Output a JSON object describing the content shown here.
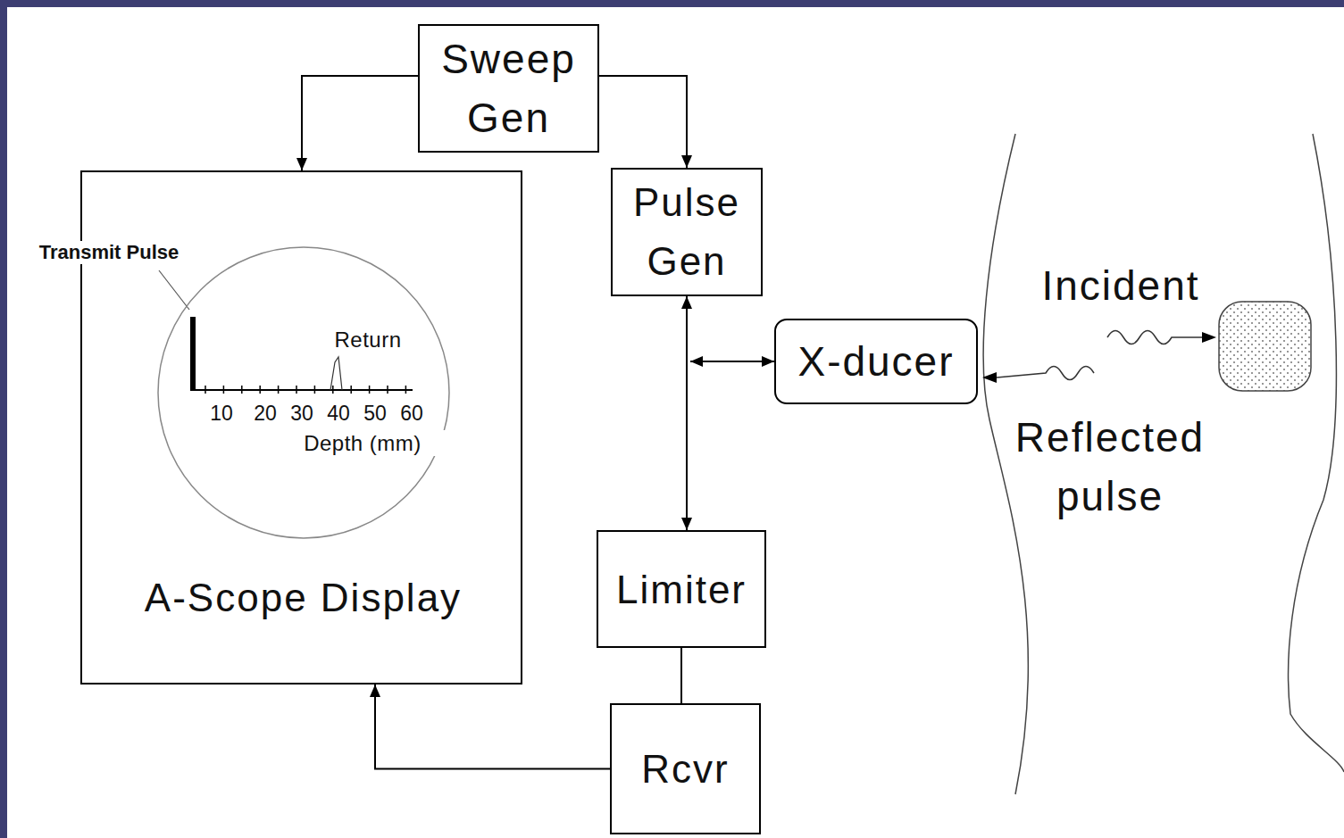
{
  "diagram": {
    "nodes": [
      {
        "text": [
          "Sweep Gen"
        ]
      },
      {
        "text": [
          "A-Scope Display"
        ]
      },
      {
        "text": [
          "Return",
          "Depth (mm)"
        ],
        "in": 1
      },
      {
        "text": [
          "Pulse Gen"
        ]
      },
      {
        "text": [
          "X-ducer"
        ]
      },
      {
        "text": [
          "Limiter"
        ]
      },
      {
        "text": [
          "Rcvr"
        ]
      }
    ],
    "edges": [
      {
        "from": 0,
        "to": 1,
        "arrow": "to"
      },
      {
        "from": 0,
        "to": 3,
        "arrow": "to"
      },
      {
        "from": 3,
        "to": 5,
        "arrow": "both"
      },
      {
        "from": 3,
        "to": 4,
        "arrow": "both"
      },
      {
        "from": 5,
        "to": 6,
        "arrow": "none"
      },
      {
        "from": 6,
        "to": 1,
        "arrow": "to"
      }
    ],
    "labels": [
      "Transmit Pulse",
      "10",
      "20",
      "30",
      "40",
      "50",
      "60",
      "Incident",
      "Reflected pulse"
    ]
  }
}
